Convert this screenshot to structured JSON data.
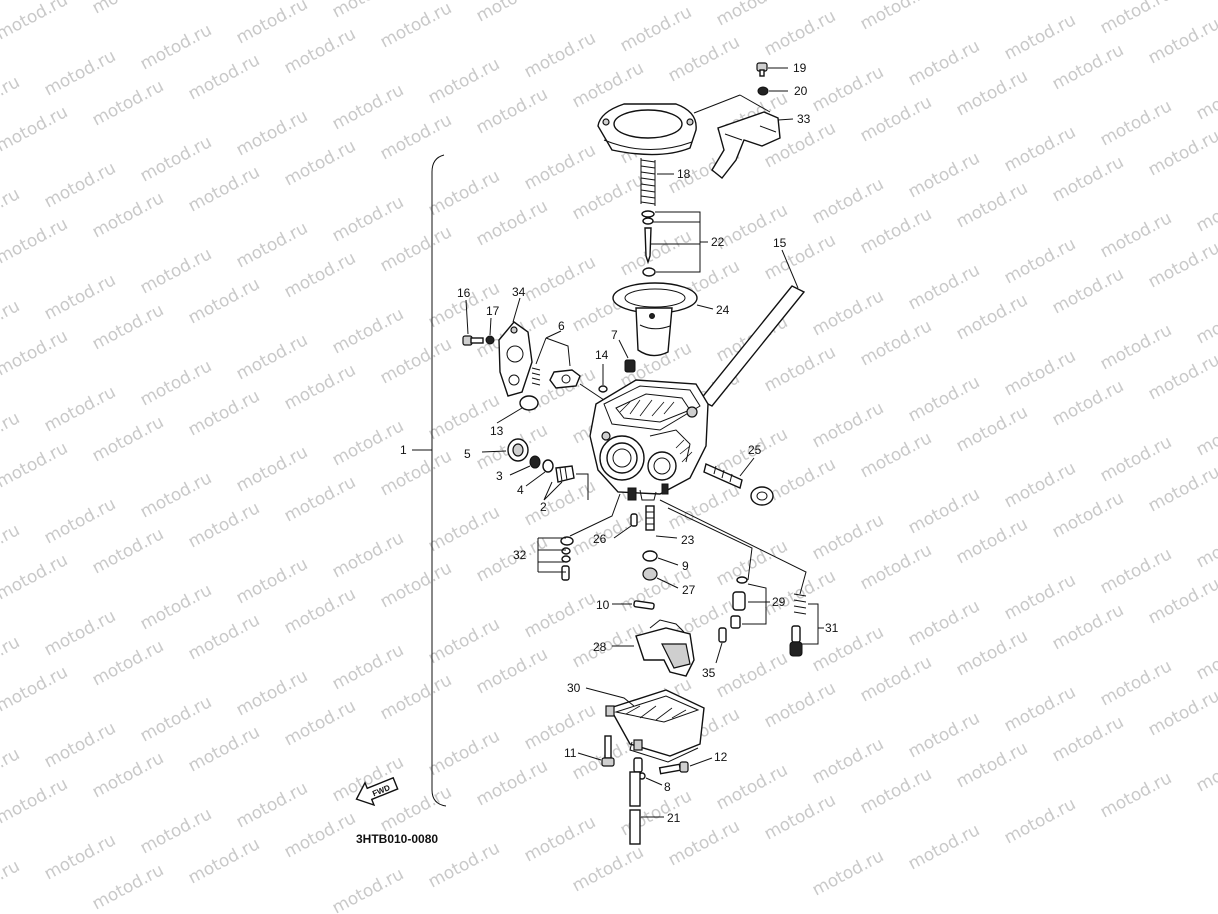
{
  "watermark_text": "motod.ru",
  "diagram_code": "3HTB010-0080",
  "fwd_label": "FWD",
  "callouts": [
    {
      "id": "1",
      "label": "1"
    },
    {
      "id": "2",
      "label": "2"
    },
    {
      "id": "3",
      "label": "3"
    },
    {
      "id": "4",
      "label": "4"
    },
    {
      "id": "5",
      "label": "5"
    },
    {
      "id": "6",
      "label": "6"
    },
    {
      "id": "7",
      "label": "7"
    },
    {
      "id": "8",
      "label": "8"
    },
    {
      "id": "9",
      "label": "9"
    },
    {
      "id": "10",
      "label": "10"
    },
    {
      "id": "11",
      "label": "11"
    },
    {
      "id": "12",
      "label": "12"
    },
    {
      "id": "13",
      "label": "13"
    },
    {
      "id": "14",
      "label": "14"
    },
    {
      "id": "15",
      "label": "15"
    },
    {
      "id": "16",
      "label": "16"
    },
    {
      "id": "17",
      "label": "17"
    },
    {
      "id": "18",
      "label": "18"
    },
    {
      "id": "19",
      "label": "19"
    },
    {
      "id": "20",
      "label": "20"
    },
    {
      "id": "21",
      "label": "21"
    },
    {
      "id": "22",
      "label": "22"
    },
    {
      "id": "23",
      "label": "23"
    },
    {
      "id": "24",
      "label": "24"
    },
    {
      "id": "25",
      "label": "25"
    },
    {
      "id": "26",
      "label": "26"
    },
    {
      "id": "27",
      "label": "27"
    },
    {
      "id": "28",
      "label": "28"
    },
    {
      "id": "29",
      "label": "29"
    },
    {
      "id": "30",
      "label": "30"
    },
    {
      "id": "31",
      "label": "31"
    },
    {
      "id": "32",
      "label": "32"
    },
    {
      "id": "33",
      "label": "33"
    },
    {
      "id": "34",
      "label": "34"
    },
    {
      "id": "35",
      "label": "35"
    }
  ]
}
